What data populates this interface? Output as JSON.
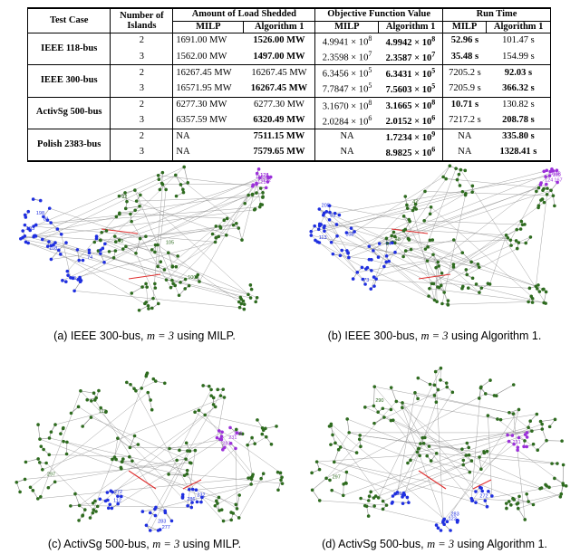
{
  "table": {
    "headers": {
      "test_case": "Test Case",
      "islands": "Number of Islands",
      "load_shedded": "Amount of Load Shedded",
      "objective": "Objective Function Value",
      "run_time": "Run Time",
      "milp": "MILP",
      "alg": "Algorithm 1"
    },
    "groups": [
      {
        "name": "IEEE 118-bus",
        "rows": [
          {
            "islands": "2",
            "load_milp": "1691.00 MW",
            "load_alg": "1526.00 MW",
            "obj_milp": "4.9941 × 10^8",
            "obj_alg": "4.9942 × 10^8",
            "rt_milp": "52.96 s",
            "rt_alg": "101.47 s",
            "bold": {
              "load": "alg",
              "obj": "alg",
              "rt": "milp"
            }
          },
          {
            "islands": "3",
            "load_milp": "1562.00 MW",
            "load_alg": "1497.00 MW",
            "obj_milp": "2.3598 × 10^7",
            "obj_alg": "2.3587 × 10^7",
            "rt_milp": "35.48 s",
            "rt_alg": "154.99 s",
            "bold": {
              "load": "alg",
              "obj": "alg",
              "rt": "milp"
            }
          }
        ]
      },
      {
        "name": "IEEE 300-bus",
        "rows": [
          {
            "islands": "2",
            "load_milp": "16267.45 MW",
            "load_alg": "16267.45 MW",
            "obj_milp": "6.3456 × 10^5",
            "obj_alg": "6.3431 × 10^5",
            "rt_milp": "7205.2 s",
            "rt_alg": "92.03 s",
            "bold": {
              "load": "none",
              "obj": "alg",
              "rt": "alg"
            }
          },
          {
            "islands": "3",
            "load_milp": "16571.95 MW",
            "load_alg": "16267.45 MW",
            "obj_milp": "7.7847 × 10^5",
            "obj_alg": "7.5603 × 10^5",
            "rt_milp": "7205.9 s",
            "rt_alg": "366.32 s",
            "bold": {
              "load": "alg",
              "obj": "alg",
              "rt": "alg"
            }
          }
        ]
      },
      {
        "name": "ActivSg 500-bus",
        "rows": [
          {
            "islands": "2",
            "load_milp": "6277.30 MW",
            "load_alg": "6277.30 MW",
            "obj_milp": "3.1670 × 10^8",
            "obj_alg": "3.1665 × 10^8",
            "rt_milp": "10.71 s",
            "rt_alg": "130.82 s",
            "bold": {
              "load": "none",
              "obj": "alg",
              "rt": "milp"
            }
          },
          {
            "islands": "3",
            "load_milp": "6357.59 MW",
            "load_alg": "6320.49 MW",
            "obj_milp": "2.0284 × 10^6",
            "obj_alg": "2.0152 × 10^6",
            "rt_milp": "7217.2 s",
            "rt_alg": "208.78 s",
            "bold": {
              "load": "alg",
              "obj": "alg",
              "rt": "alg"
            }
          }
        ]
      },
      {
        "name": "Polish 2383-bus",
        "rows": [
          {
            "islands": "2",
            "load_milp": "NA",
            "load_alg": "7511.15 MW",
            "obj_milp": "NA",
            "obj_alg": "1.7234 × 10^9",
            "rt_milp": "NA",
            "rt_alg": "335.80 s",
            "bold": {
              "load": "alg",
              "obj": "alg",
              "rt": "alg"
            }
          },
          {
            "islands": "3",
            "load_milp": "NA",
            "load_alg": "7579.65 MW",
            "obj_milp": "NA",
            "obj_alg": "8.9825 × 10^6",
            "rt_milp": "NA",
            "rt_alg": "1328.41 s",
            "bold": {
              "load": "alg",
              "obj": "alg",
              "rt": "alg"
            }
          }
        ]
      }
    ]
  },
  "figures": [
    {
      "id": "a",
      "prefix": "(a) IEEE 300-bus, ",
      "math": "m = 3",
      "suffix": " using MILP.",
      "labels_blue": [
        "81",
        "108",
        "74",
        "45",
        "193",
        "198"
      ],
      "labels_green": [
        "92",
        "73",
        "105",
        "100"
      ],
      "labels_purple": [
        "124",
        "116",
        "128",
        "121",
        "167",
        "132"
      ]
    },
    {
      "id": "b",
      "prefix": "(b) IEEE 300-bus, ",
      "math": "m = 3",
      "suffix": " using Algorithm 1.",
      "labels_blue": [
        "81",
        "108",
        "74",
        "73",
        "113",
        "208"
      ],
      "labels_green": [
        "47",
        "48"
      ],
      "labels_purple": [
        "169",
        "124",
        "167",
        "132",
        "129"
      ]
    },
    {
      "id": "c",
      "prefix": "(c) ActivSg 500-bus, ",
      "math": "m = 3",
      "suffix": " using MILP.",
      "labels_blue": [
        "283",
        "112",
        "286",
        "277",
        "272",
        "232"
      ],
      "labels_green": [
        "297",
        "112"
      ],
      "labels_purple": [
        "231",
        "283",
        "296"
      ]
    },
    {
      "id": "d",
      "prefix": "(d) ActivSg 500-bus, ",
      "math": "m = 3",
      "suffix": " using Algorithm 1.",
      "labels_blue": [
        "283",
        "85",
        "272",
        "122"
      ],
      "labels_green": [
        "297",
        "290"
      ],
      "labels_purple": [
        "231"
      ]
    }
  ],
  "colors": {
    "green": "#2e6b1f",
    "blue": "#1f2fe0",
    "purple": "#9b30d9",
    "red": "#e03030",
    "edge": "#8c8c8c"
  }
}
